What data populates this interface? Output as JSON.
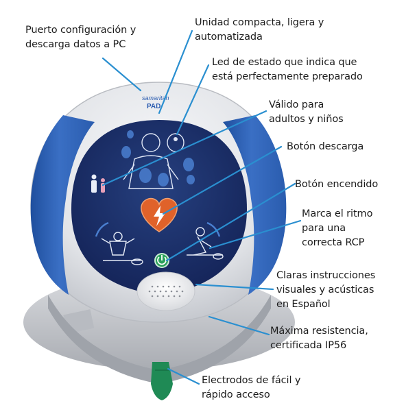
{
  "device": {
    "brand_name": "samaritan",
    "brand_model": "PAD"
  },
  "callouts": [
    {
      "id": "config-port",
      "lines": [
        "Puerto configuración y",
        "descarga datos a PC"
      ]
    },
    {
      "id": "compact-unit",
      "lines": [
        "Unidad compacta, ligera y",
        "automatizada"
      ]
    },
    {
      "id": "status-led",
      "lines": [
        "Led de estado que indica que",
        "está perfectamente preparado"
      ]
    },
    {
      "id": "adults-children",
      "lines": [
        "Válido para",
        "adultos y niños"
      ]
    },
    {
      "id": "shock-button",
      "lines": [
        "Botón descarga"
      ]
    },
    {
      "id": "power-button",
      "lines": [
        "Botón encendido"
      ]
    },
    {
      "id": "cpr-rhythm",
      "lines": [
        "Marca el ritmo",
        "para una",
        "correcta RCP"
      ]
    },
    {
      "id": "instructions",
      "lines": [
        "Claras instrucciones",
        "visuales y acústicas",
        "en Español"
      ]
    },
    {
      "id": "resistance",
      "lines": [
        "Máxima resistencia,",
        "certificada IP56"
      ]
    },
    {
      "id": "electrodes",
      "lines": [
        "Electrodos de fácil y",
        "rápido acceso"
      ]
    }
  ],
  "colors": {
    "leader_line": "#2a8fd0",
    "device_blue": "#2c5fb4",
    "device_face": "#1c2f6b",
    "device_shell": "#e4e6ea",
    "shock_heart": "#e0622a",
    "power_button": "#2aa05a",
    "electrode_tab": "#1f8a55"
  }
}
